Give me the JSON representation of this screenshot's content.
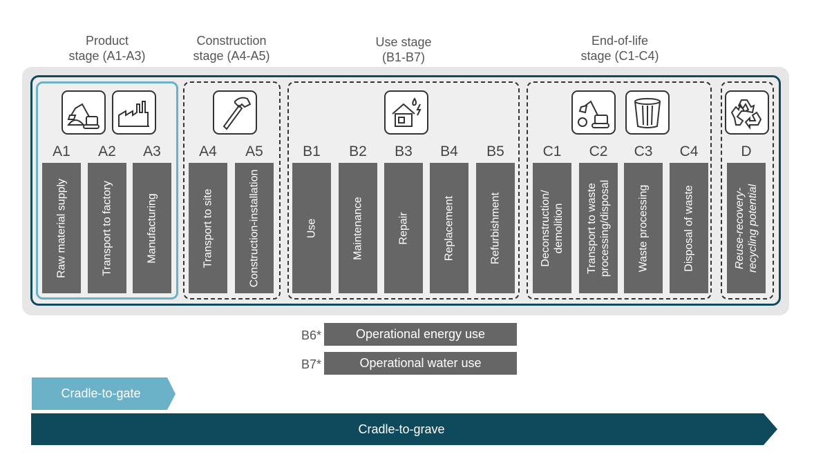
{
  "stages": [
    {
      "line1": "Product",
      "line2": "stage (A1-A3)"
    },
    {
      "line1": "Construction",
      "line2": "stage (A4-A5)"
    },
    {
      "line1": "Use stage",
      "line2": "(B1-B7)"
    },
    {
      "line1": "End-of-life",
      "line2": "stage (C1-C4)"
    }
  ],
  "modules": [
    {
      "code": "A1",
      "label": "Raw material supply"
    },
    {
      "code": "A2",
      "label": "Transport to factory"
    },
    {
      "code": "A3",
      "label": "Manufacturing"
    },
    {
      "code": "A4",
      "label": "Transport to site"
    },
    {
      "code": "A5",
      "label": "Construction-installation"
    },
    {
      "code": "B1",
      "label": "Use"
    },
    {
      "code": "B2",
      "label": "Maintenance"
    },
    {
      "code": "B3",
      "label": "Repair"
    },
    {
      "code": "B4",
      "label": "Replacement"
    },
    {
      "code": "B5",
      "label": "Refurbishment"
    },
    {
      "code": "C1",
      "label": "Deconstruction/ demolition"
    },
    {
      "code": "C2",
      "label": "Transport to waste processing/disposal"
    },
    {
      "code": "C3",
      "label": "Waste processing"
    },
    {
      "code": "C4",
      "label": "Disposal of waste"
    },
    {
      "code": "D",
      "label": "Reuse-recovery-recycling potential"
    }
  ],
  "icons": [
    "excavator-icon",
    "factory-icon",
    "hammer-icon",
    "house-water-energy-icon",
    "excavator-icon",
    "trash-bin-icon",
    "recycle-icon"
  ],
  "operational": [
    {
      "code": "B6*",
      "label": "Operational energy use"
    },
    {
      "code": "B7*",
      "label": "Operational water use"
    }
  ],
  "arrows": {
    "gate": "Cradle-to-gate",
    "grave": "Cradle-to-grave"
  },
  "colors": {
    "module": "#666666",
    "navy": "#0f4a5c",
    "light_blue": "#6bb1c8",
    "grey_bg": "#e6e6e6"
  }
}
